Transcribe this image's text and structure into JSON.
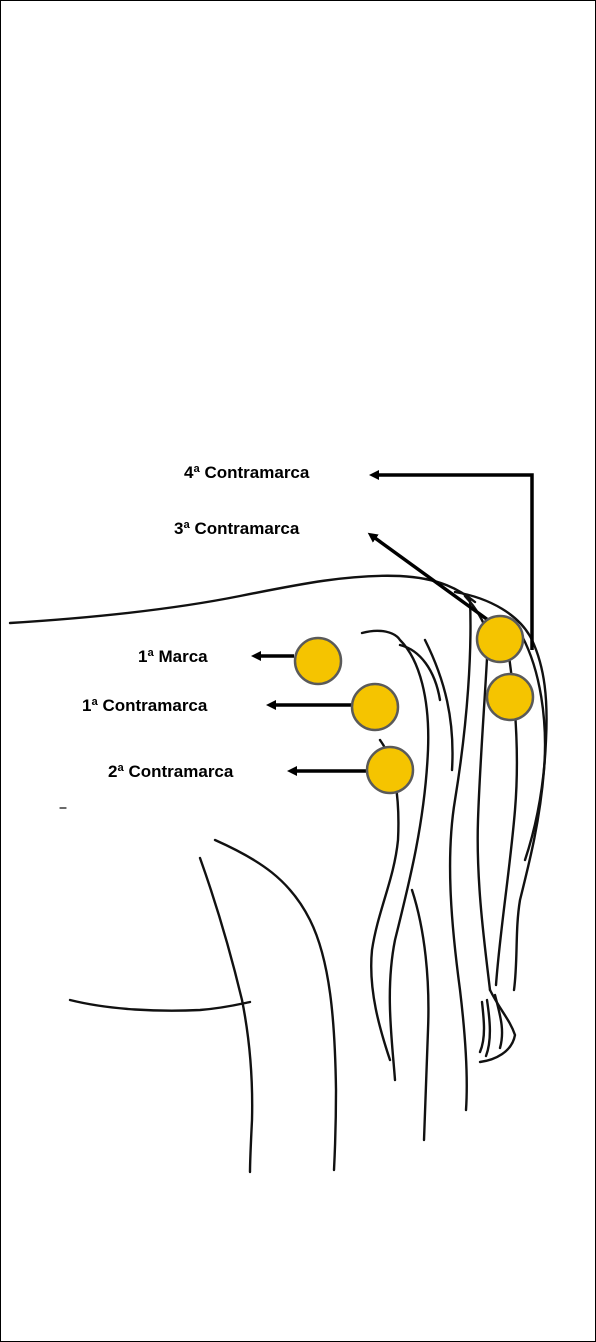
{
  "labels": {
    "contramarca_4": "4ª Contramarca",
    "contramarca_3": "3ª Contramarca",
    "marca_1": "1ª Marca",
    "contramarca_1": "1ª Contramarca",
    "contramarca_2": "2ª Contramarca"
  },
  "colors": {
    "mark_fill": "#F5C400",
    "mark_stroke": "#5a5a5a",
    "line": "#000000",
    "background": "#ffffff"
  }
}
